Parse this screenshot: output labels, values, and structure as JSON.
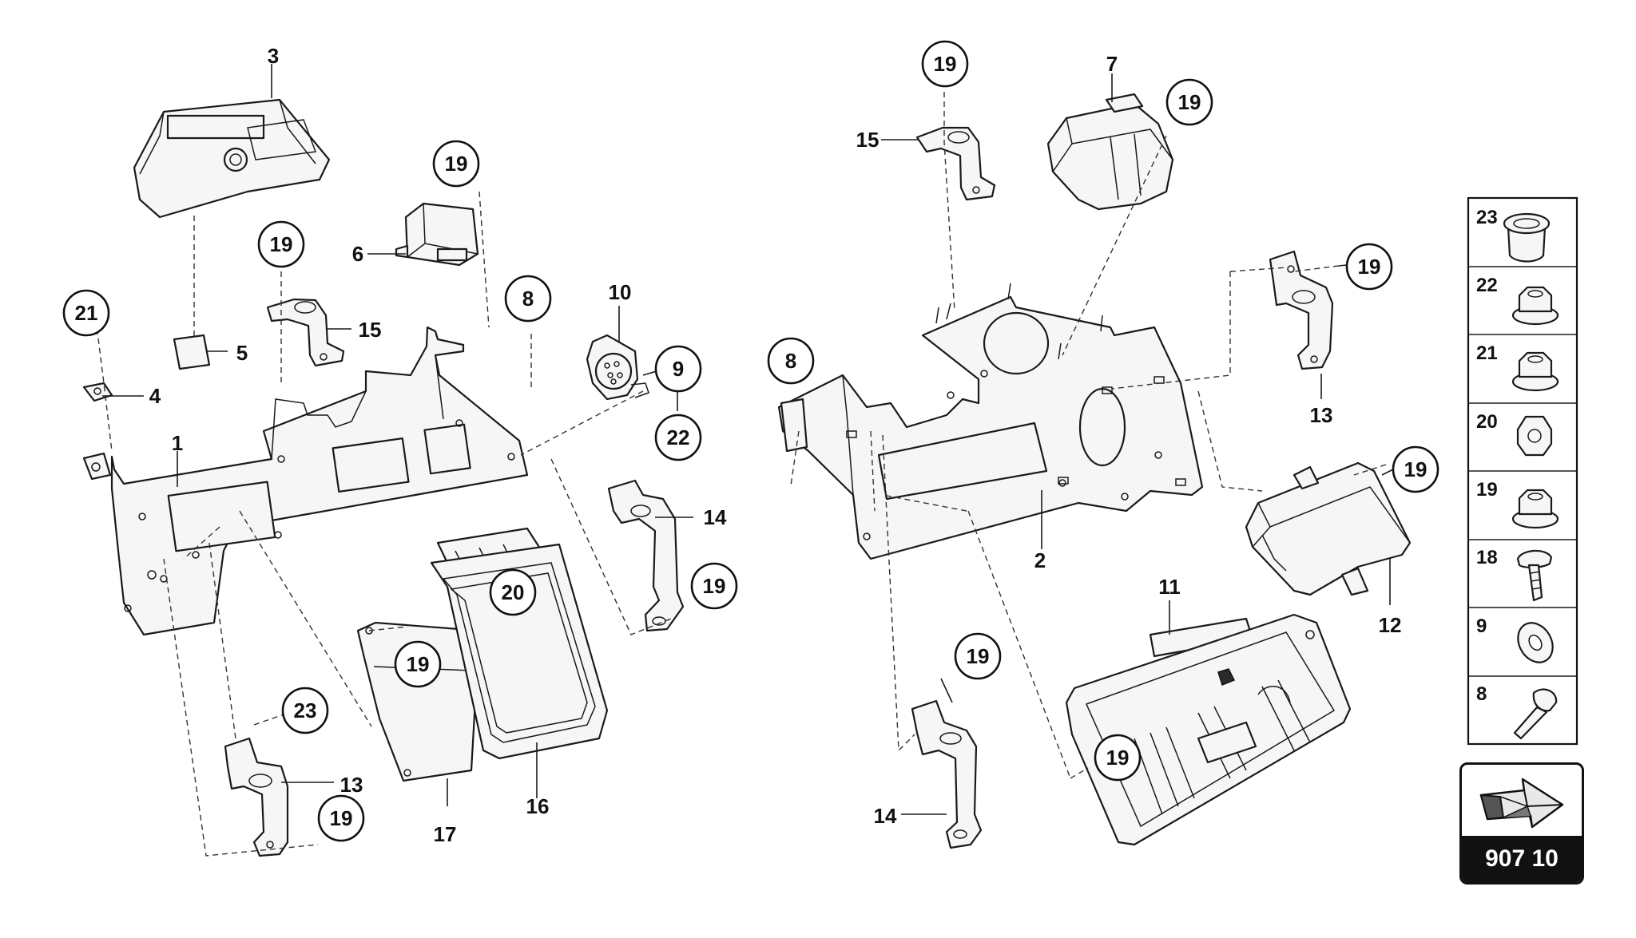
{
  "diagram": {
    "callouts": [
      "1",
      "2",
      "3",
      "4",
      "5",
      "6",
      "7",
      "8",
      "9",
      "10",
      "11",
      "12",
      "13",
      "14",
      "15",
      "16",
      "17",
      "19",
      "20",
      "21",
      "22",
      "23"
    ],
    "legend": [
      {
        "number": "23",
        "icon": "cap-nut-icon"
      },
      {
        "number": "22",
        "icon": "flange-nut-icon"
      },
      {
        "number": "21",
        "icon": "flange-nut-icon"
      },
      {
        "number": "20",
        "icon": "hex-nut-icon"
      },
      {
        "number": "19",
        "icon": "flange-nut-icon"
      },
      {
        "number": "18",
        "icon": "bolt-icon"
      },
      {
        "number": "9",
        "icon": "washer-icon"
      },
      {
        "number": "8",
        "icon": "bolt-icon"
      }
    ],
    "ref_code": "907 10"
  }
}
